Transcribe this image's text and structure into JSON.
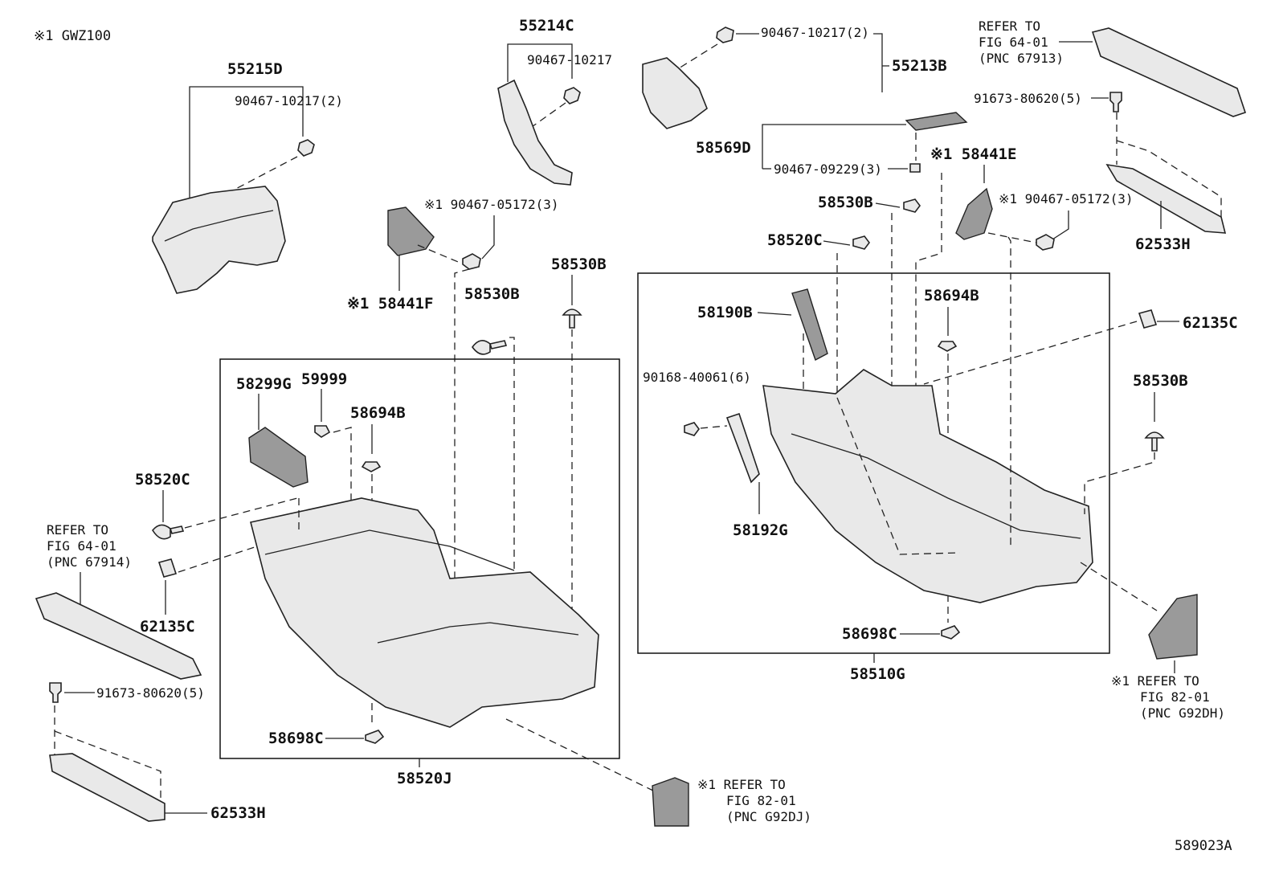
{
  "header": {
    "model_note": "※1 GWZ100",
    "figure_code": "589023A"
  },
  "refs": {
    "fig64_left": [
      "REFER TO",
      "FIG 64-01",
      "(PNC 67914)"
    ],
    "fig64_right": [
      "REFER TO",
      "FIG 64-01",
      "(PNC 67913)"
    ],
    "fig82_right": [
      "※1 REFER TO",
      "FIG 82-01",
      "(PNC G92DH)"
    ],
    "fig82_bottom": [
      "※1 REFER TO",
      "FIG 82-01",
      "(PNC G92DJ)"
    ]
  },
  "labels": {
    "p55215D": "55215D",
    "p55215D_clip": "90467-10217(2)",
    "p55214C": "55214C",
    "p55214C_clip": "90467-10217",
    "p55213B_clip": "90467-10217(2)",
    "p55213B": "55213B",
    "p58569D": "58569D",
    "p58569D_clip": "90467-09229(3)",
    "p58441E": "※1 58441E",
    "p90467_05172_left": "※1 90467-05172(3)",
    "p90467_05172_right": "※1 90467-05172(3)",
    "p58441F": "※1 58441F",
    "p58530B_top": "58530B",
    "p58530B_mid": "58530B",
    "p58530B_right_top": "58530B",
    "p58530B_right": "58530B",
    "p58520C_left": "58520C",
    "p58520C_right": "58520C",
    "p58299G": "58299G",
    "p59999": "59999",
    "p58694B_left": "58694B",
    "p58694B_right": "58694B",
    "p62135C_left": "62135C",
    "p62135C_right": "62135C",
    "p58698C_left": "58698C",
    "p58698C_right": "58698C",
    "p58520J": "58520J",
    "p58510G": "58510G",
    "p58190B": "58190B",
    "p58192G": "58192G",
    "p90168": "90168-40061(6)",
    "p91673_left": "91673-80620(5)",
    "p91673_right": "91673-80620(5)",
    "p62533H_left": "62533H",
    "p62533H_right": "62533H"
  }
}
